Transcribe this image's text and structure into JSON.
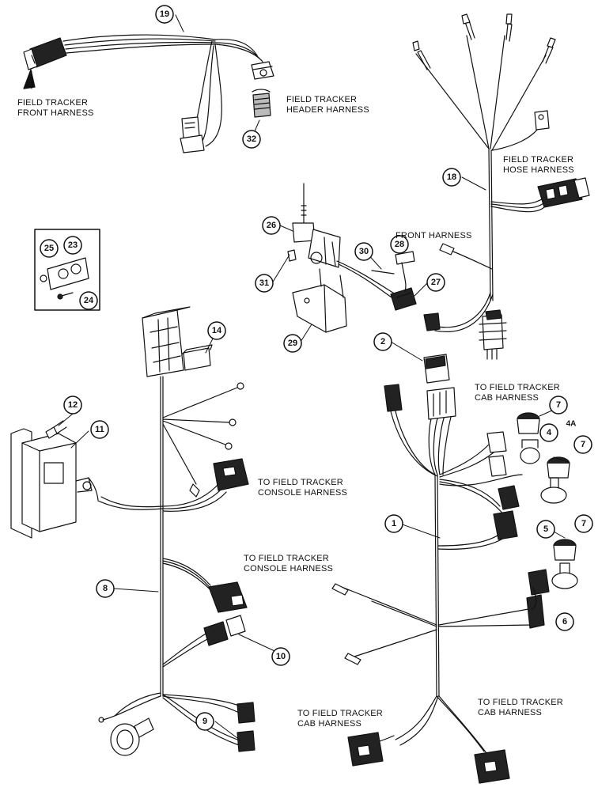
{
  "labels": {
    "front_harness": [
      "FIELD TRACKER",
      "FRONT HARNESS"
    ],
    "header_harness": [
      "FIELD TRACKER",
      "HEADER HARNESS"
    ],
    "hose_harness": [
      "FIELD TRACKER",
      "HOSE HARNESS"
    ],
    "front_harness_short": "FRONT HARNESS",
    "cab_harness_right": [
      "TO FIELD TRACKER",
      "CAB HARNESS"
    ],
    "console_harness_1": [
      "TO FIELD TRACKER",
      "CONSOLE HARNESS"
    ],
    "console_harness_2": [
      "TO FIELD TRACKER",
      "CONSOLE HARNESS"
    ],
    "cab_harness_bottom_left": [
      "TO FIELD TRACKER",
      "CAB HARNESS"
    ],
    "cab_harness_bottom_right": [
      "TO FIELD TRACKER",
      "CAB HARNESS"
    ]
  },
  "callouts": {
    "c19": "19",
    "c32": "32",
    "c18": "18",
    "c26": "26",
    "c28": "28",
    "c25": "25",
    "c23": "23",
    "c24": "24",
    "c30": "30",
    "c31": "31",
    "c27": "27",
    "c29": "29",
    "c14": "14",
    "c2": "2",
    "c7a": "7",
    "c4a": "4A",
    "c4": "4",
    "c7b": "7",
    "c12": "12",
    "c11": "11",
    "c1": "1",
    "c5": "5",
    "c7c": "7",
    "c8": "8",
    "c6": "6",
    "c10": "10",
    "c9": "9"
  }
}
